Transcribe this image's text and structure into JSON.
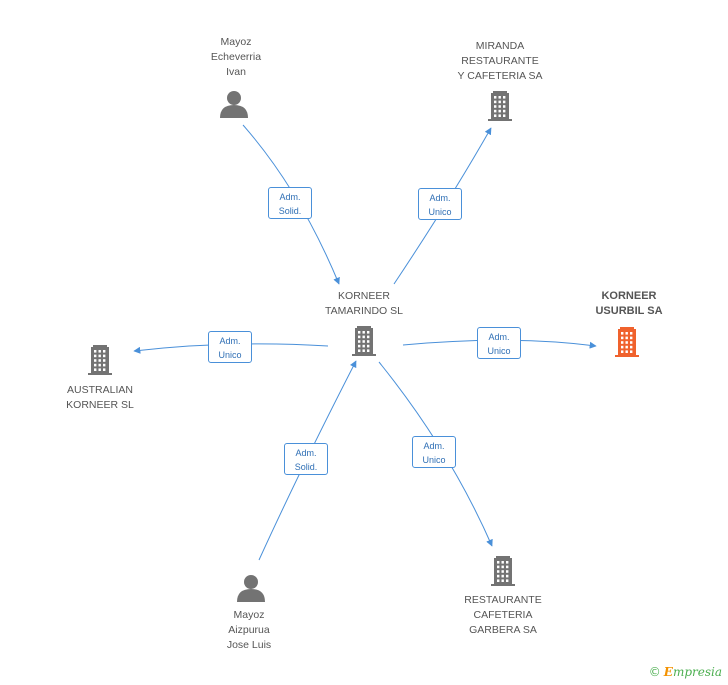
{
  "nodes": [
    {
      "id": "korneer-tamarindo",
      "type": "company",
      "label": "KORNEER\nTAMARINDO SL",
      "highlight": false
    },
    {
      "id": "korneer-usurbil",
      "type": "company",
      "label": "KORNEER\nUSURBIL SA",
      "highlight": true
    },
    {
      "id": "miranda",
      "type": "company",
      "label": "MIRANDA\nRESTAURANTE\nY CAFETERIA SA",
      "highlight": false
    },
    {
      "id": "australian-korneer",
      "type": "company",
      "label": "AUSTRALIAN\nKORNEER SL",
      "highlight": false
    },
    {
      "id": "restaurante-garbera",
      "type": "company",
      "label": "RESTAURANTE\nCAFETERIA\nGARBERA SA",
      "highlight": false
    },
    {
      "id": "mayoz-echeverria",
      "type": "person",
      "label": "Mayoz\nEcheverria\nIvan",
      "highlight": false
    },
    {
      "id": "mayoz-aizpurua",
      "type": "person",
      "label": "Mayoz\nAizpurua\nJose Luis",
      "highlight": false
    }
  ],
  "edges": [
    {
      "from": "mayoz-echeverria",
      "to": "korneer-tamarindo",
      "line1": "Adm.",
      "line2": "Solid."
    },
    {
      "from": "korneer-tamarindo",
      "to": "miranda",
      "line1": "Adm.",
      "line2": "Unico"
    },
    {
      "from": "korneer-tamarindo",
      "to": "australian-korneer",
      "line1": "Adm.",
      "line2": "Unico"
    },
    {
      "from": "korneer-tamarindo",
      "to": "korneer-usurbil",
      "line1": "Adm.",
      "line2": "Unico"
    },
    {
      "from": "mayoz-aizpurua",
      "to": "korneer-tamarindo",
      "line1": "Adm.",
      "line2": "Solid."
    },
    {
      "from": "korneer-tamarindo",
      "to": "restaurante-garbera",
      "line1": "Adm.",
      "line2": "Unico"
    }
  ],
  "colors": {
    "icon": "#737373",
    "highlight_icon": "#f0622d",
    "edge": "#4a90d9",
    "edge_text": "#2f6fb5",
    "label": "#555555"
  },
  "watermark": {
    "copyright": "©",
    "brand_initial": "E",
    "brand_rest": "mpresia"
  }
}
